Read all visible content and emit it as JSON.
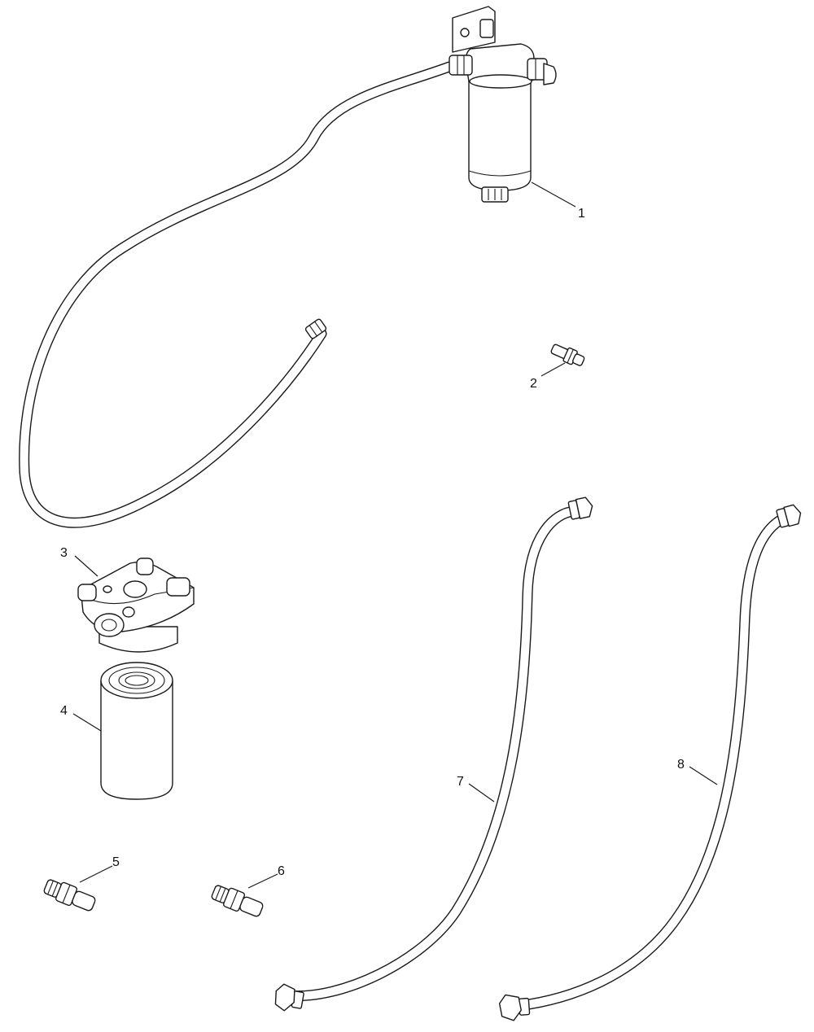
{
  "diagram": {
    "colors": {
      "line": "#1a1a1a",
      "background": "#ffffff"
    },
    "callouts": [
      {
        "id": "1",
        "label": "1"
      },
      {
        "id": "2",
        "label": "2"
      },
      {
        "id": "3",
        "label": "3"
      },
      {
        "id": "4",
        "label": "4"
      },
      {
        "id": "5",
        "label": "5"
      },
      {
        "id": "6",
        "label": "6"
      },
      {
        "id": "7",
        "label": "7"
      },
      {
        "id": "8",
        "label": "8"
      }
    ]
  }
}
